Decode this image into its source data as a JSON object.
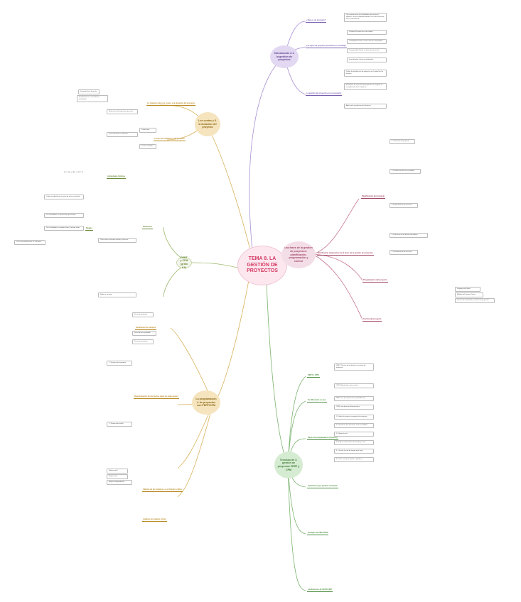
{
  "central": "TEMA 8. LA GESTIÓN DE PROYECTOS",
  "branches": {
    "intro": {
      "title": "Introducción a 1. la gestión de proyectos",
      "color": "#e3d8f1",
      "stroke": "#a98fd1",
      "subs": [
        "¿Qué es un proyecto?",
        "Los tipos de proyecto presentes en el trabajo",
        "La gestión de proyectos en el escenario"
      ],
      "leaves": [
        "Un conjunto único de actividades que tienen un objetivo, con un resultado definido, con unas fechas de inicio y finalización",
        "Calidad: El producto es de calidad",
        "Complejidad: Existe un alto nivel de complejidad",
        "Temporalidad: Existe un plazo de ejecución",
        "Incertidumbre: Existe incertidumbre",
        "Define la planificación de proyectos y el control de los mismos",
        "El objetivo de la gestión de proyectos es asegurar el cumplimiento de los objetivos",
        "Aplicación y productos de eficiencia"
      ]
    },
    "costs": {
      "title": "Los costes y 5. la duración del proyecto",
      "color": "#f5e4bd",
      "stroke": "#d9b25c",
      "subs": [
        "La relación entre los costes y la duración del proyecto",
        "Costes de realización del proyecto"
      ],
      "leaves": [
        "Depende de la duración",
        "Incremento en el coste de las actividades",
        "Reducción del tiempo de ejecución",
        "Costes directos e indirectos",
        "Costes fijos",
        "Costes variables"
      ]
    },
    "phases": {
      "title": "Las fases de la gestión de proyectos: planificación, programación y control",
      "color": "#f3dde6",
      "stroke": "#c8758f",
      "subs": [
        "Distribución temporal de las 3 fases de la gestión de proyectos",
        "Planificación del proyecto",
        "Programación del proyecto",
        "Control del proyecto"
      ],
      "leaves": [
        "1. Definición del proyecto",
        "2. Establecimiento de prioridades",
        "3. Especificación de recursos",
        "4. Estructura de la división del trabajo",
        "5. Determinación de recursos",
        "Diagrama de Gantt",
        "Método del Camino Crítico",
        "Técnica de evaluación y revisión de proyectos"
      ]
    },
    "pert": {
      "title": "PERT y CPM (grafo AA)",
      "color": "#f4f6ee",
      "stroke": "#9bb86a",
      "subs": [
        "Actividades ficticias",
        "Elementos",
        "Reglas"
      ],
      "leaves": [
        "Tareas que consumen tiempo y recursos",
        "Nudos o sucesos",
        "Cada actividad tiene un nudo de inicio y otro final",
        "Las actividades se representan por flechas",
        "Dos actividades no pueden tener el mismo nudo",
        "Con la actividad ficticia se soluciona"
      ]
    },
    "times": {
      "title": "La programación 4. de proyectos con PERT/CPM",
      "color": "#f5e4bd",
      "stroke": "#d9b25c",
      "subs": [
        "Estimación de tiempos",
        "Determinación de las fechas clave de cada evento",
        "Cálculo de las holguras, es el Camino crítico",
        "Análisis del camino crítico"
      ],
      "leaves": [
        "Duración optimista",
        "Duración más probable",
        "Duración pesimista",
        "1. Tiempo más temprano",
        "2. Tiempo más tardío",
        "Holgura total",
        "Holgura libre",
        "Holgura independiente"
      ]
    },
    "pertcpm": {
      "title": "Técnicas de 3. gestión de proyectos PERT y CPM",
      "color": "#d6ecd2",
      "stroke": "#7bb36e",
      "subs": [
        "PERT y CPM",
        "Su diferencia se que.",
        "Pasos de programación (6 pasos)",
        "Cuestiones que pueden contestar",
        "Ventajas de PERT/CPM",
        "Limitaciones de PERT/CPM"
      ],
      "leaves": [
        "PERT: Técnica de evaluación y revisión de proyectos",
        "CPM: Método del camino crítico",
        "PERT: uso de estimaciones probabilísticas",
        "CPM: una duración determinística",
        "1. Definir el proyecto y preparar la estructura",
        "2. Determinar las relaciones entre actividades",
        "3. Dibujar la red",
        "4. Asignar estimaciones de tiempo y coste",
        "5. Calcular la ruta de tiempo más larga",
        "6. Usar la red para ayudar a planificar"
      ]
    }
  },
  "formula": "te = (a + 4m + b) / 6"
}
